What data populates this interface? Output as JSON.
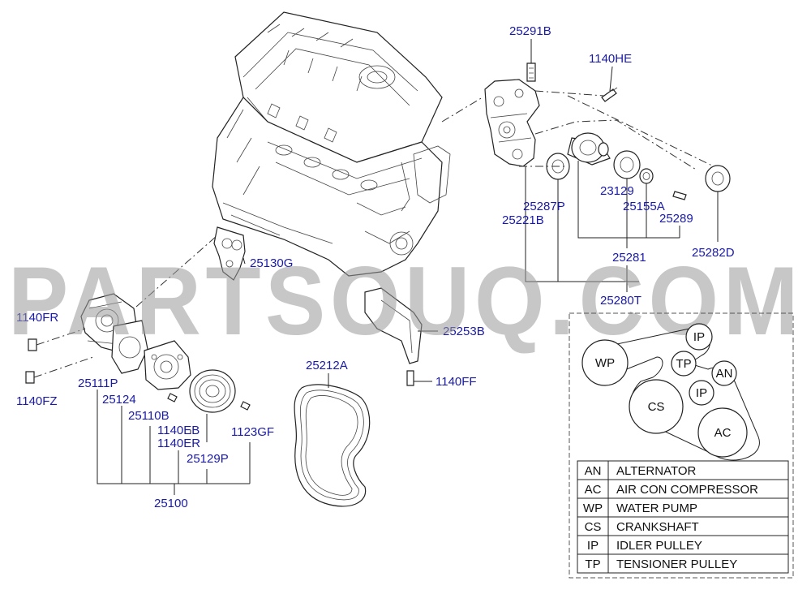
{
  "watermark": "PARTSOUQ.COM",
  "callouts": {
    "c25291B": "25291B",
    "c1140HE": "1140HE",
    "c25287P": "25287P",
    "c23129": "23129",
    "c25155A": "25155A",
    "c25221B": "25221B",
    "c25289": "25289",
    "c25281": "25281",
    "c25282D": "25282D",
    "c25280T": "25280T",
    "c25130G": "25130G",
    "c1140FR": "1140FR",
    "c25253B": "25253B",
    "c25212A": "25212A",
    "c1140FF": "1140FF",
    "c25111P": "25111P",
    "c25124": "25124",
    "c1140FZ": "1140FZ",
    "c25110B": "25110B",
    "c1140EB": "1140EB",
    "c1140ER": "1140ER",
    "c1123GF": "1123GF",
    "c25129P": "25129P",
    "c25100": "25100"
  },
  "belt_routing": {
    "pulleys": {
      "wp": "WP",
      "ip_top": "IP",
      "tp": "TP",
      "an": "AN",
      "ip_mid": "IP",
      "cs": "CS",
      "ac": "AC"
    }
  },
  "legend": [
    {
      "code": "AN",
      "name": "ALTERNATOR"
    },
    {
      "code": "AC",
      "name": "AIR CON COMPRESSOR"
    },
    {
      "code": "WP",
      "name": "WATER PUMP"
    },
    {
      "code": "CS",
      "name": "CRANKSHAFT"
    },
    {
      "code": "IP",
      "name": "IDLER PULLEY"
    },
    {
      "code": "TP",
      "name": "TENSIONER PULLEY"
    }
  ]
}
